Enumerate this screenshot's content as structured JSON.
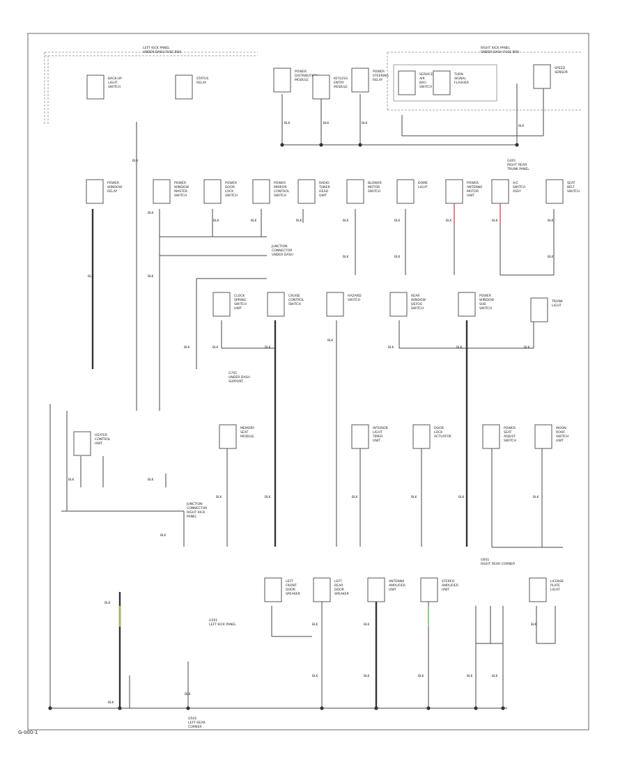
{
  "diagram": {
    "kind": "ground distribution wiring diagram",
    "blocks": [
      {
        "id": "a1",
        "name": "component-a1",
        "label": "POWER\nDISTRIBUTION\nMODULE"
      },
      {
        "id": "a2",
        "name": "component-a2",
        "label": "KEYLESS\nENTRY\nMODULE"
      },
      {
        "id": "a3",
        "name": "component-a3",
        "label": "POWER\nSTEERING\nRELAY"
      },
      {
        "id": "a4",
        "name": "component-a4",
        "label": "SERVICE\nAIR\nBAG\nSWITCH"
      },
      {
        "id": "a5",
        "name": "component-a5",
        "label": "TURN\nSIGNAL\nFLASHER"
      },
      {
        "id": "a6",
        "name": "component-a6",
        "label": "SPEED\nSENSOR"
      },
      {
        "id": "a7",
        "name": "component-a7",
        "label": "BACK-UP\nLIGHT\nSWITCH"
      },
      {
        "id": "a8",
        "name": "component-a8",
        "label": "STATUS\nRELAY"
      },
      {
        "id": "b1",
        "name": "component-b1",
        "label": "POWER\nWINDOW\nRELAY"
      },
      {
        "id": "b2",
        "name": "component-b2",
        "label": "POWER\nWINDOW\nMASTER\nSWITCH"
      },
      {
        "id": "b3",
        "name": "component-b3",
        "label": "POWER\nDOOR\nLOCK\nSWITCH"
      },
      {
        "id": "b4",
        "name": "component-b4",
        "label": "POWER\nMIRROR\nCONTROL\nSWITCH"
      },
      {
        "id": "b5",
        "name": "component-b5",
        "label": "RADIO\nTUNER\nHEAD\nUNIT"
      },
      {
        "id": "b6",
        "name": "component-b6",
        "label": "BLOWER\nMOTOR\nSWITCH"
      },
      {
        "id": "b7",
        "name": "component-b7",
        "label": "DOME\nLIGHT"
      },
      {
        "id": "b8",
        "name": "component-b8",
        "label": "POWER\nANTENNA\nMOTOR\nUNIT"
      },
      {
        "id": "b9",
        "name": "component-b9",
        "label": "A/C\nSWITCH\nASSY"
      },
      {
        "id": "b10",
        "name": "component-b10",
        "label": "SEAT\nBELT\nSWITCH"
      },
      {
        "id": "c1",
        "name": "component-c1",
        "label": "CLOCK\nSPRING\nSWITCH\nUNIT"
      },
      {
        "id": "c2",
        "name": "component-c2",
        "label": "CRUISE\nCONTROL\nSWITCH"
      },
      {
        "id": "c3",
        "name": "component-c3",
        "label": "HAZARD\nSWITCH"
      },
      {
        "id": "c4",
        "name": "component-c4",
        "label": "REAR\nWINDOW\nDEFOG\nSWITCH"
      },
      {
        "id": "c5",
        "name": "component-c5",
        "label": "POWER\nWINDOW\nSUB\nSWITCH"
      },
      {
        "id": "c6",
        "name": "component-c6",
        "label": "TRUNK\nLIGHT"
      },
      {
        "id": "d1",
        "name": "component-d1",
        "label": "HEATER\nCONTROL\nUNIT"
      },
      {
        "id": "d2",
        "name": "component-d2",
        "label": "MEMORY\nSEAT\nMODULE"
      },
      {
        "id": "d3",
        "name": "component-d3",
        "label": "INTERIOR\nLIGHT\nTIMER\nUNIT"
      },
      {
        "id": "d4",
        "name": "component-d4",
        "label": "DOOR\nLOCK\nACTUATOR"
      },
      {
        "id": "d5",
        "name": "component-d5",
        "label": "POWER\nSEAT\nADJUST\nSWITCH"
      },
      {
        "id": "d6",
        "name": "component-d6",
        "label": "MOON\nROOF\nSWITCH\nUNIT"
      },
      {
        "id": "e1",
        "name": "component-e1",
        "label": "LEFT\nFRONT\nDOOR\nSPEAKER"
      },
      {
        "id": "e2",
        "name": "component-e2",
        "label": "LEFT\nREAR\nDOOR\nSPEAKER"
      },
      {
        "id": "e3",
        "name": "component-e3",
        "label": "ANTENNA\nAMPLIFIER\nUNIT"
      },
      {
        "id": "e4",
        "name": "component-e4",
        "label": "STEREO\nAMPLIFIER\nUNIT"
      },
      {
        "id": "e5",
        "name": "component-e5",
        "label": "LICENSE\nPLATE\nLIGHT"
      }
    ],
    "notes": [
      {
        "name": "note-left-kick-panel",
        "label": "LEFT KICK PANEL\nUNDER-DASH FUSE BOX"
      },
      {
        "name": "note-right-kick-panel",
        "label": "RIGHT KICK PANEL\nUNDER-DASH FUSE BOX"
      },
      {
        "name": "note-ground-g401",
        "label": "G401\nRIGHT REAR\nTRUNK PANEL"
      },
      {
        "name": "note-ground-g501",
        "label": "G501\nLEFT KICK PANEL"
      },
      {
        "name": "note-ground-g502",
        "label": "G502\nLEFT REAR\nCORNER"
      },
      {
        "name": "note-ground-g601",
        "label": "G601\nRIGHT REAR CORNER"
      },
      {
        "name": "note-ground-g701",
        "label": "G701\nUNDER DASH\nSUPPORT"
      },
      {
        "name": "note-splice-1",
        "label": "JUNCTION\nCONNECTOR\nUNDER DASH"
      },
      {
        "name": "note-splice-2",
        "label": "JUNCTION\nCONNECTOR\nRIGHT KICK\nPANEL"
      }
    ],
    "wire_color_label": "BLK",
    "footer_code": "G-000-1"
  }
}
